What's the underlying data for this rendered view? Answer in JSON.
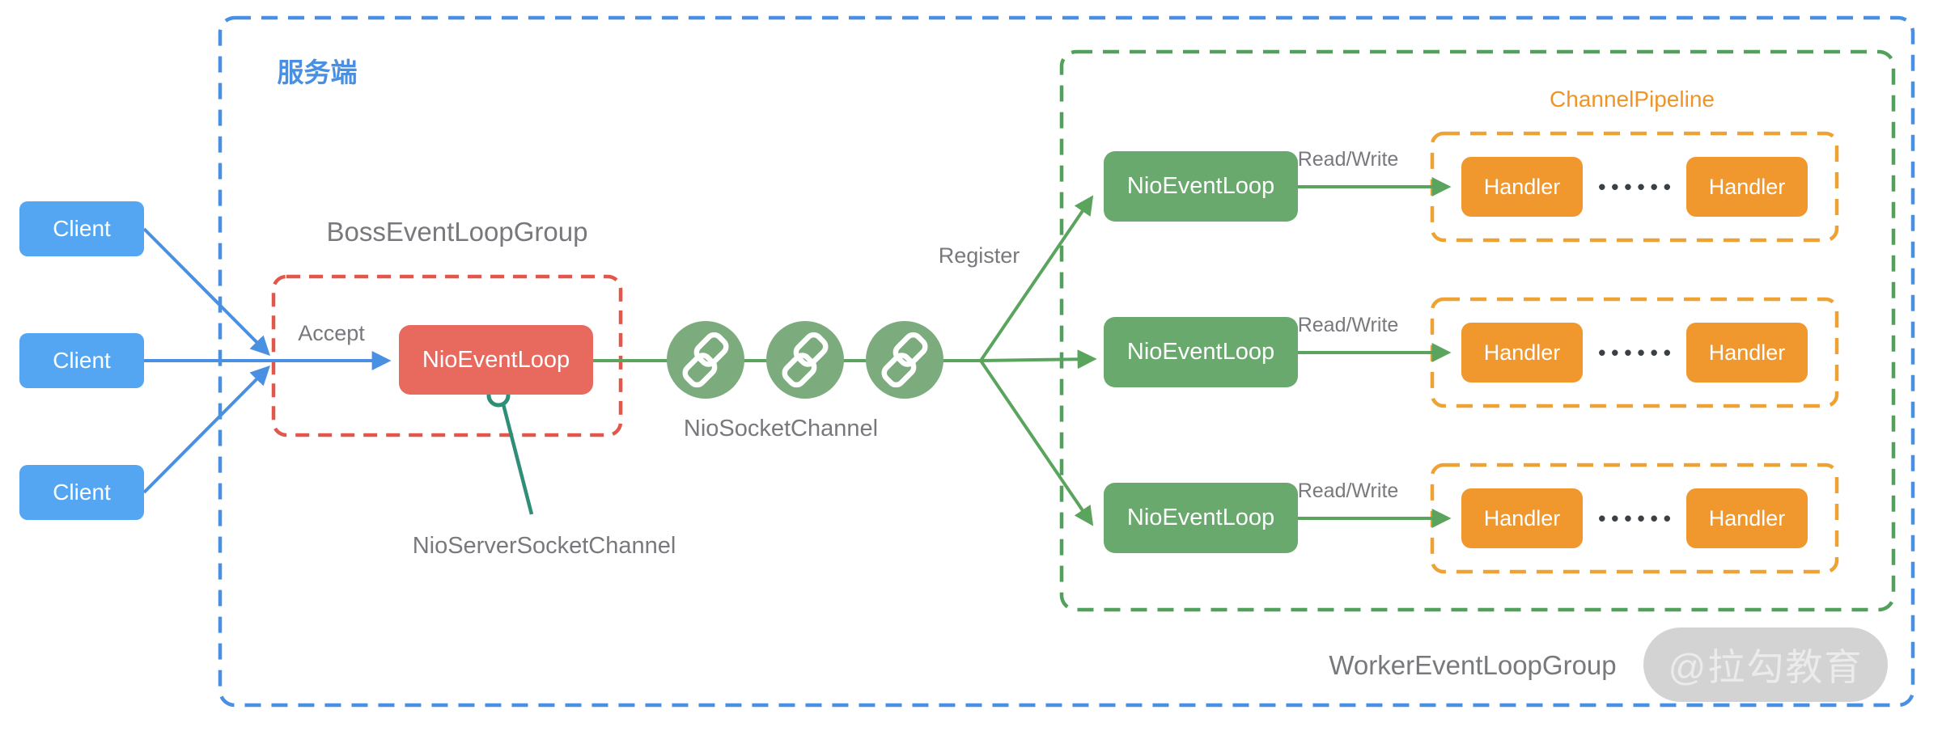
{
  "server_box": {
    "label": "服务端"
  },
  "clients": [
    {
      "label": "Client"
    },
    {
      "label": "Client"
    },
    {
      "label": "Client"
    }
  ],
  "boss_group": {
    "title": "BossEventLoopGroup",
    "accept_label": "Accept",
    "event_loop_label": "NioEventLoop",
    "channel_label": "NioServerSocketChannel"
  },
  "socket_channel": {
    "label": "NioSocketChannel"
  },
  "register_label": "Register",
  "worker_group": {
    "title": "WorkerEventLoopGroup",
    "pipeline_title": "ChannelPipeline",
    "rows": [
      {
        "event_loop_label": "NioEventLoop",
        "read_write_label": "Read/Write",
        "handler_first": "Handler",
        "handler_last": "Handler",
        "dots": "••••••"
      },
      {
        "event_loop_label": "NioEventLoop",
        "read_write_label": "Read/Write",
        "handler_first": "Handler",
        "handler_last": "Handler",
        "dots": "••••••"
      },
      {
        "event_loop_label": "NioEventLoop",
        "read_write_label": "Read/Write",
        "handler_first": "Handler",
        "handler_last": "Handler",
        "dots": "••••••"
      }
    ]
  },
  "watermark": {
    "text": "@拉勾教育"
  },
  "colors": {
    "client_blue": "#55a6f2",
    "border_blue": "#4a90e2",
    "red_fill": "#e8695e",
    "red_border": "#e2574c",
    "green_fill": "#69a96d",
    "green_border": "#53a05d",
    "green_line": "#5aa45e",
    "chain_green": "#7cac7e",
    "teal_connector": "#2f8e77",
    "orange_fill": "#f0982e",
    "orange_border": "#eda233",
    "grey_text": "#77797d"
  }
}
